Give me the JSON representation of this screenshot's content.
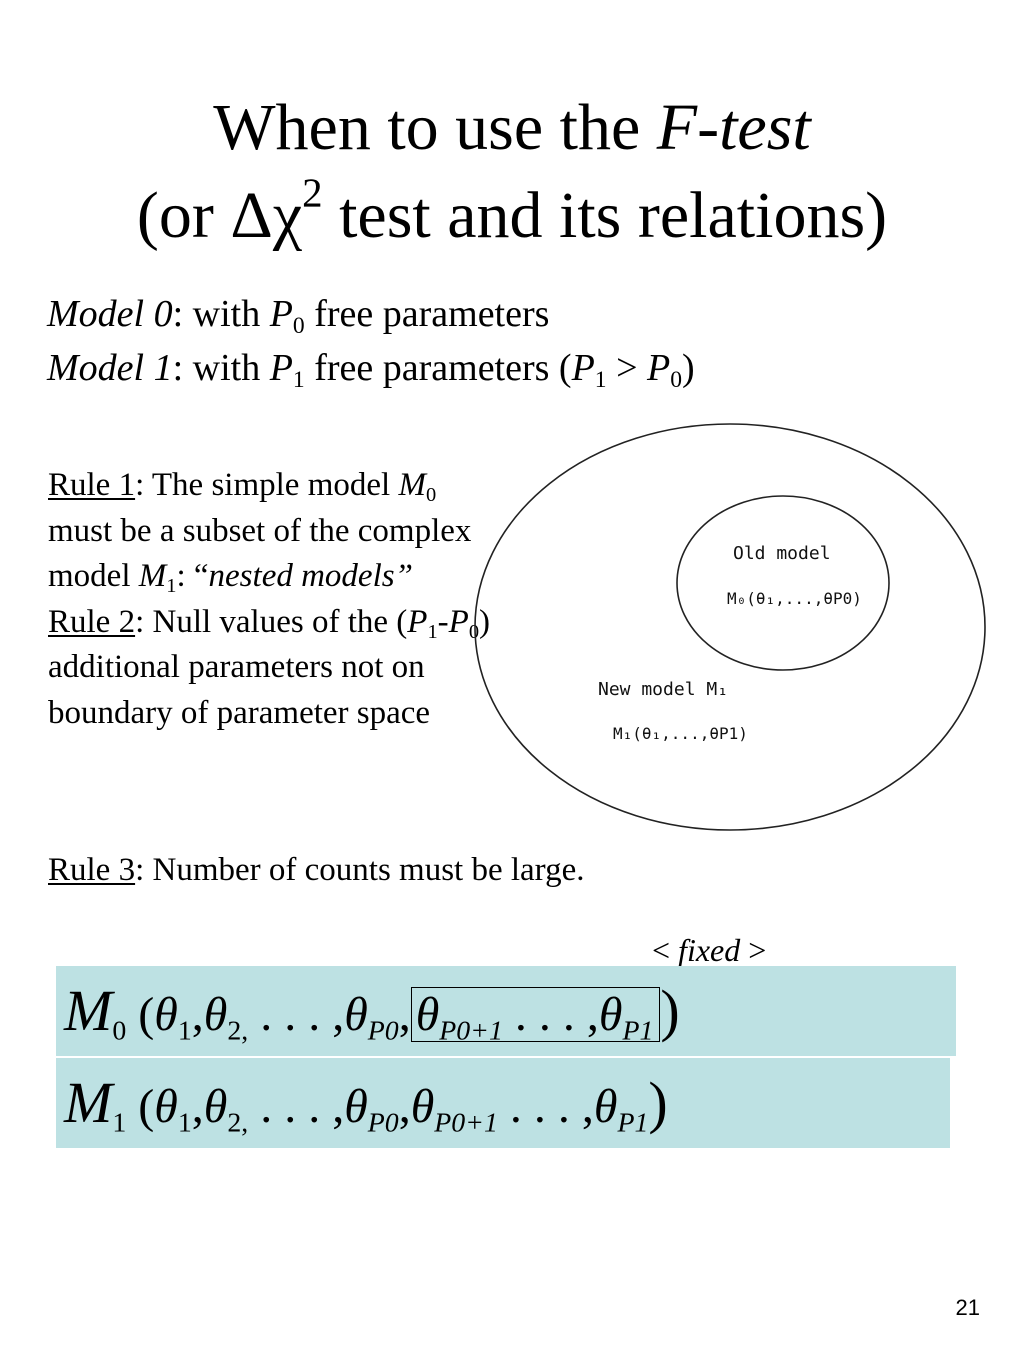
{
  "title": {
    "line1_prefix": "When to use the ",
    "line1_emph": "F-test",
    "line2_open": "(or ",
    "delta": "Δ",
    "chi": "χ",
    "chi_exponent": "2",
    "line2_rest": " test and its relations)"
  },
  "models": {
    "model0": {
      "label": "Model 0",
      "colon_with": ": with ",
      "param_symbol": "P",
      "param_index": "0",
      "tail": " free parameters"
    },
    "model1": {
      "label": "Model 1",
      "colon_with": ": with ",
      "param_symbol": "P",
      "param_index": "1",
      "tail": " free parameters (",
      "cmp_left": "P",
      "cmp_left_index": "1",
      "cmp_op": " > ",
      "cmp_right": "P",
      "cmp_right_index": "0",
      "close": ")"
    }
  },
  "rules": {
    "rule1": {
      "label": "Rule 1",
      "text_a": ": The simple model ",
      "m0": "M",
      "m0_index": "0",
      "text_b": " must be a subset of the complex model ",
      "m1": "M",
      "m1_index": "1",
      "text_c": ": “",
      "emph": "nested models”"
    },
    "rule2": {
      "label": "Rule 2",
      "text_a": ": Null values of the (",
      "p1": "P",
      "p1_index": "1",
      "dash": "-",
      "p0": "P",
      "p0_index": "0",
      "text_b": ") additional parameters not on boundary of parameter space"
    },
    "rule3": {
      "label": "Rule 3",
      "text": ": Number of counts must be large."
    }
  },
  "diagram": {
    "old_model_label": "Old model",
    "old_model_formula": "M₀(θ₁,...,θP0)",
    "new_model_label": "New model M₁",
    "new_model_formula": "M₁(θ₁,...,θP1)"
  },
  "fixed_label": {
    "open": "< ",
    "word": "fixed",
    "close": " >"
  },
  "equations": {
    "m0": {
      "M": "M",
      "index": "0",
      "open": " (",
      "theta": "θ",
      "i1": "1",
      "i2": "2,",
      "ellipsis": " . . . ,",
      "iP0": "P0",
      "iP0p1": "P0+1",
      "iP1": "P1",
      "comma": ",",
      "close": ")"
    },
    "m1": {
      "M": "M",
      "index": "1",
      "open": " (",
      "theta": "θ",
      "i1": "1",
      "i2": "2,",
      "ellipsis": " . . . ,",
      "iP0": "P0",
      "iP0p1": "P0+1",
      "iP1": "P1",
      "comma": ",",
      "close": ")"
    }
  },
  "page_number": "21",
  "colors": {
    "equation_band": "#bde1e3",
    "text": "#000000"
  }
}
